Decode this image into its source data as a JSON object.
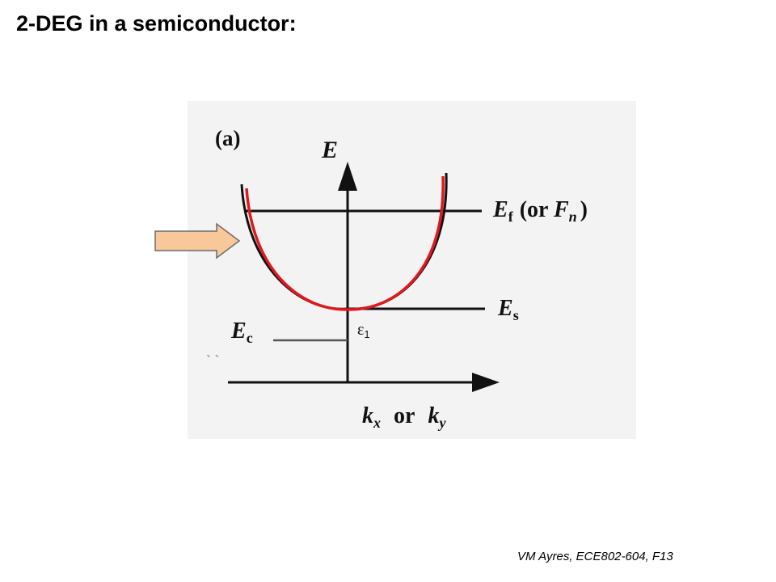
{
  "slide": {
    "title": "2-DEG in a semiconductor:",
    "footer": "VM Ayres, ECE802-604, F13"
  },
  "figure": {
    "panel_label": "(a)",
    "energy_axis_label": "E",
    "fermi_label_main": "E",
    "fermi_label_sub": "f",
    "fermi_label_paren_open": "(or ",
    "fermi_label_alt": "F",
    "fermi_label_alt_sub": "n",
    "fermi_label_paren_close": ")",
    "subband_label_main": "E",
    "subband_label_sub": "s",
    "conduction_label_main": "E",
    "conduction_label_sub": "c",
    "k_label_x": "k",
    "k_label_x_sub": "x",
    "k_label_or": "or",
    "k_label_y": "k",
    "k_label_y_sub": "y",
    "epsilon_label": "ε",
    "epsilon_sub": "1",
    "colors": {
      "parabola_overlay": "#e0191f",
      "arrow_fill": "#f8c79a",
      "arrow_stroke": "#6b6b6b",
      "ink": "#111111"
    },
    "pointer_icon": "right-arrow-icon"
  }
}
